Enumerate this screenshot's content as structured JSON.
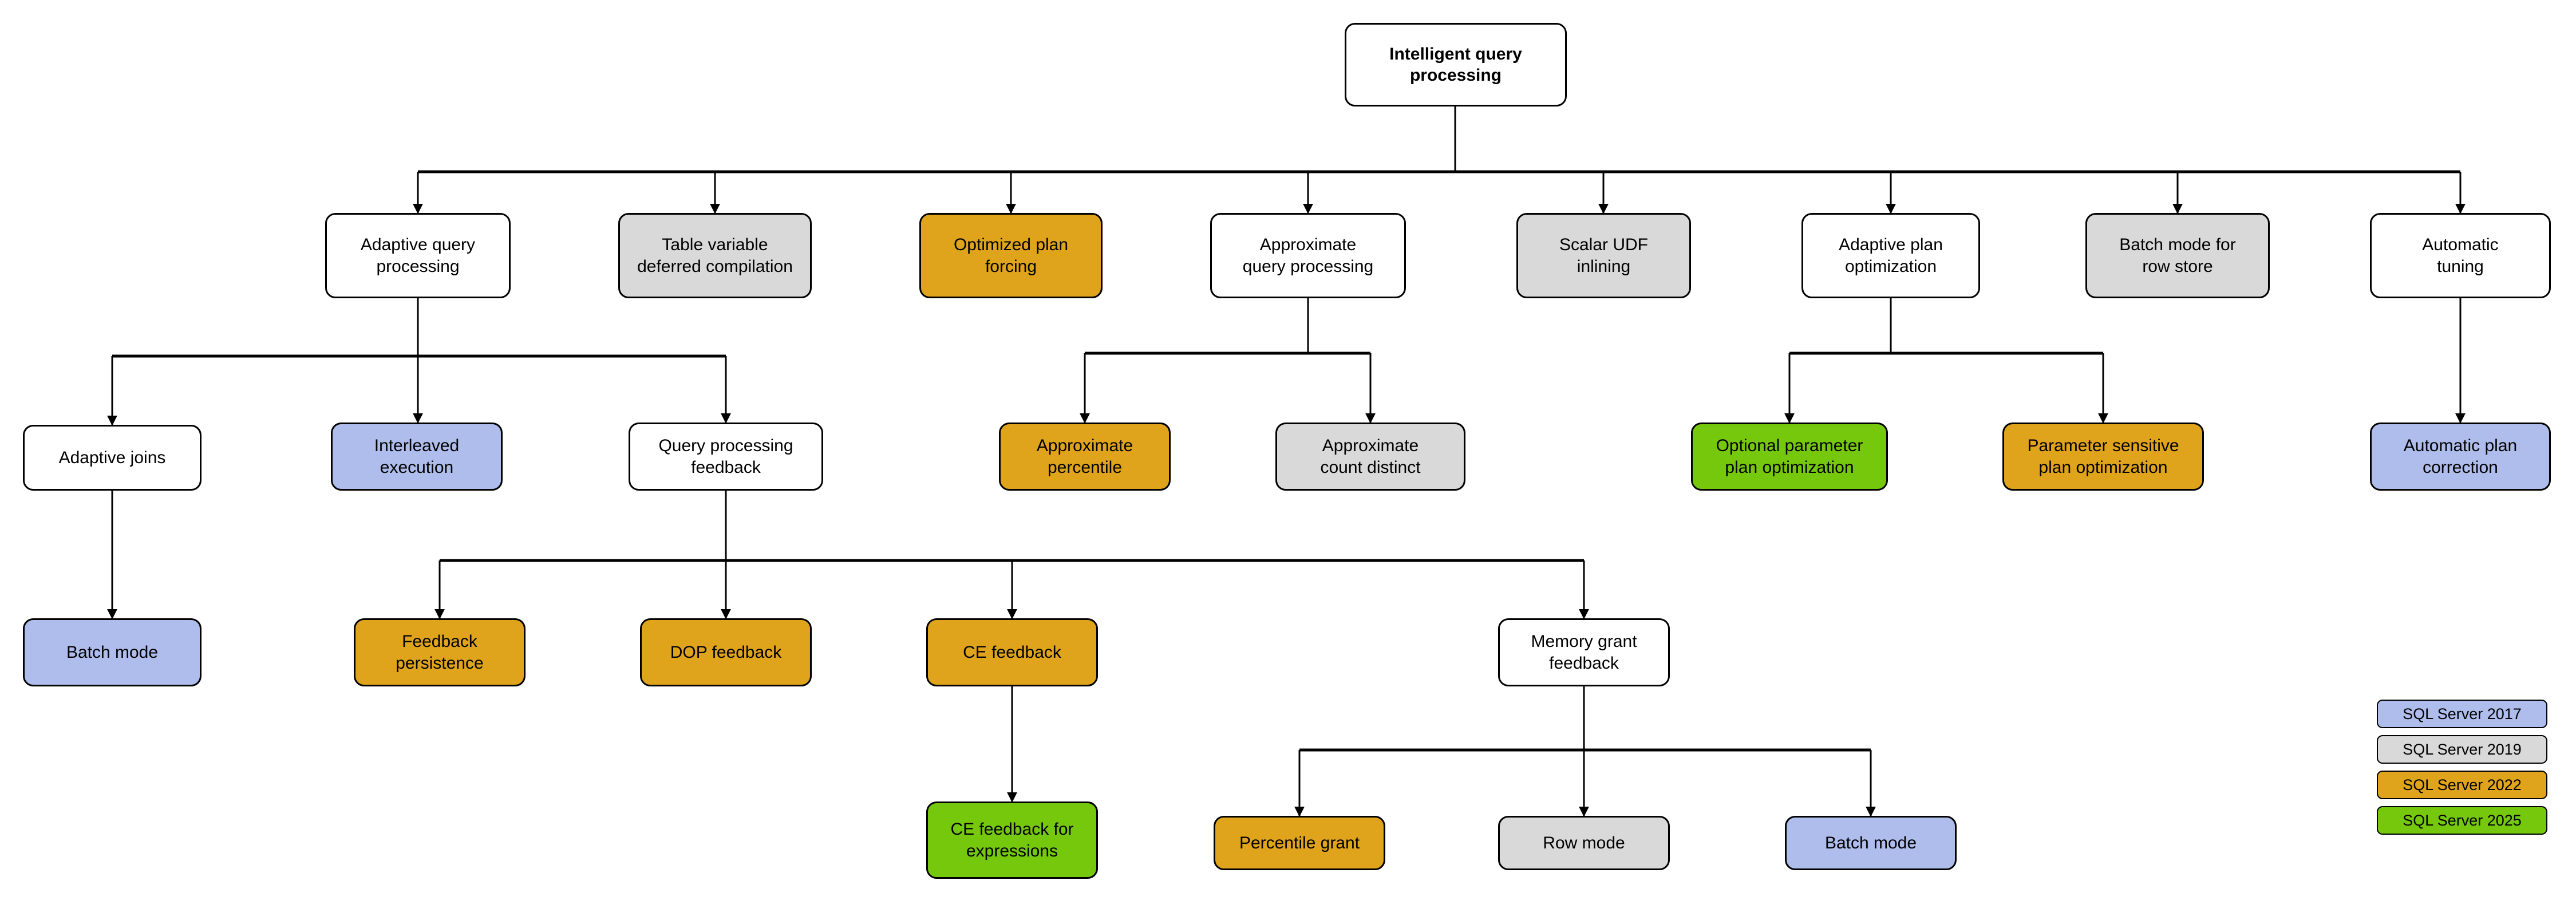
{
  "diagram": {
    "title": "Intelligent query processing",
    "palette": {
      "white": "#ffffff",
      "gray": "#d9d9d9",
      "orange": "#dfa41c",
      "blue": "#aebdeb",
      "green": "#76c80d",
      "stroke": "#000000"
    },
    "nodes": {
      "root": "Intelligent query\nprocessing",
      "adaptive_query_processing": "Adaptive query\nprocessing",
      "table_variable_deferred_compilation": "Table variable\ndeferred compilation",
      "optimized_plan_forcing": "Optimized plan\nforcing",
      "approximate_query_processing": "Approximate\nquery processing",
      "scalar_udf_inlining": "Scalar UDF\ninlining",
      "adaptive_plan_optimization": "Adaptive plan\noptimization",
      "batch_mode_for_row_store": "Batch mode for\nrow store",
      "automatic_tuning": "Automatic\ntuning",
      "adaptive_joins": "Adaptive joins",
      "interleaved_execution": "Interleaved\nexecution",
      "query_processing_feedback": "Query processing\nfeedback",
      "approximate_percentile": "Approximate\npercentile",
      "approximate_count_distinct": "Approximate\ncount distinct",
      "optional_parameter_plan_optimization": "Optional parameter\nplan optimization",
      "parameter_sensitive_plan_optimization": "Parameter sensitive\nplan optimization",
      "automatic_plan_correction": "Automatic plan\ncorrection",
      "batch_mode": "Batch mode",
      "feedback_persistence": "Feedback\npersistence",
      "dop_feedback": "DOP feedback",
      "ce_feedback": "CE feedback",
      "memory_grant_feedback": "Memory grant\nfeedback",
      "ce_feedback_for_expressions": "CE feedback for\nexpressions",
      "percentile_grant": "Percentile grant",
      "row_mode": "Row mode",
      "batch_mode_memory_grant": "Batch mode"
    }
  },
  "legend": {
    "items": [
      {
        "label": "SQL Server 2017",
        "color": "#aebdeb"
      },
      {
        "label": "SQL Server 2019",
        "color": "#d9d9d9"
      },
      {
        "label": "SQL Server 2022",
        "color": "#dfa41c"
      },
      {
        "label": "SQL Server 2025",
        "color": "#76c80d"
      }
    ]
  }
}
